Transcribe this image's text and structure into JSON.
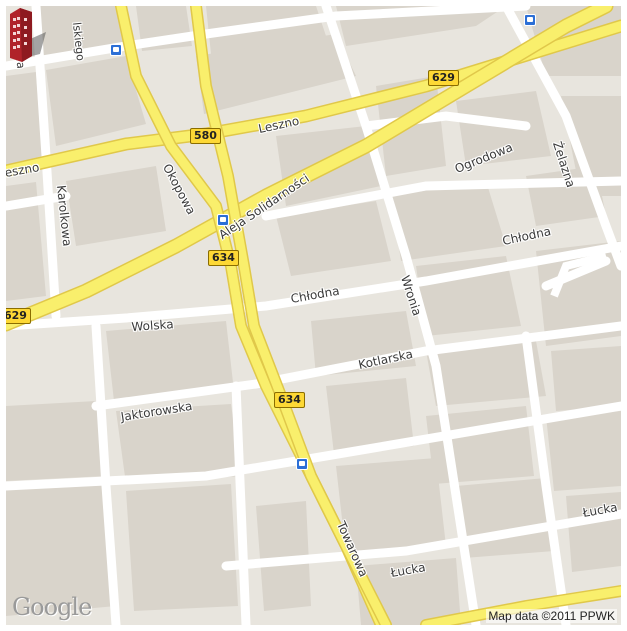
{
  "map": {
    "streets": {
      "leszno_top": "Leszno",
      "leszno_left": "eszno",
      "aleja": "Aleja Solidarności",
      "okopowa": "Okopowa",
      "karolkowa": "Karolkowa",
      "ogrodowa": "Ogrodowa",
      "zelazna": "Żelazna",
      "chlodna_right": "Chłodna",
      "chlodna_center": "Chłodna",
      "wolska": "Wolska",
      "wronia": "Wronia",
      "kotlarska": "Kotlarska",
      "jaktorowska": "Jaktorowska",
      "towarowa": "Towarowa",
      "lucka_bottom": "Łucka",
      "lucka_right": "Łucka",
      "rolkowa": "rolkowa",
      "lskiego": "lskiego"
    },
    "shields": {
      "s629_top": "629",
      "s580": "580",
      "s634_upper": "634",
      "s634_lower": "634",
      "s629_left": "629"
    },
    "branding": {
      "logo": "Google",
      "attribution": "Map data ©2011 PPWK"
    },
    "colors": {
      "background": "#e8e5de",
      "block": "#d9d4cb",
      "road": "#ffffff",
      "major_road": "#f9ef6c",
      "major_road_edge": "#e0c84a",
      "marker": "#b0232a",
      "tram": "#2c6fd6"
    }
  }
}
